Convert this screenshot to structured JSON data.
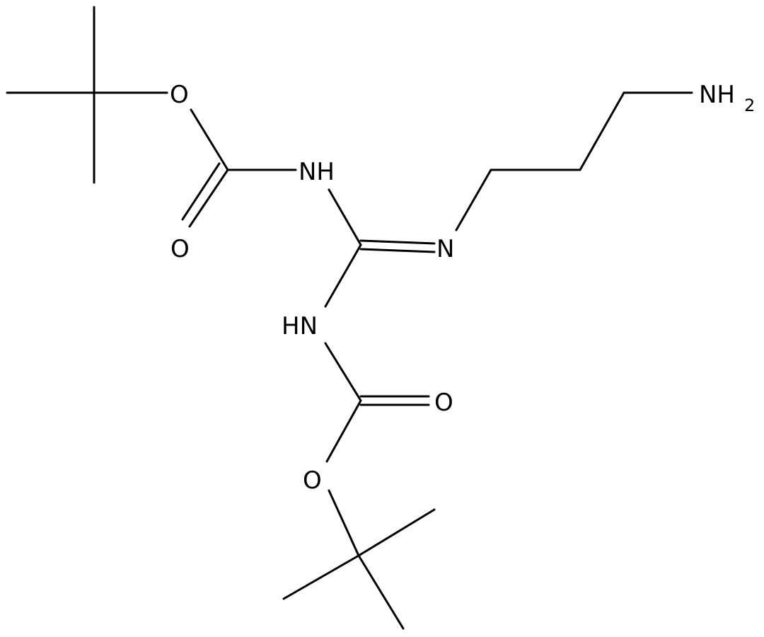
{
  "molecule": {
    "atoms": {
      "o_top": "O",
      "nh_top": "NH",
      "o_carbonyl_top": "O",
      "n_imine": "N",
      "hn_bottom": "HN",
      "o_carbonyl_bottom": "O",
      "o_bottom": "O",
      "nh2_label": "NH",
      "nh2_subscript": "2"
    }
  }
}
